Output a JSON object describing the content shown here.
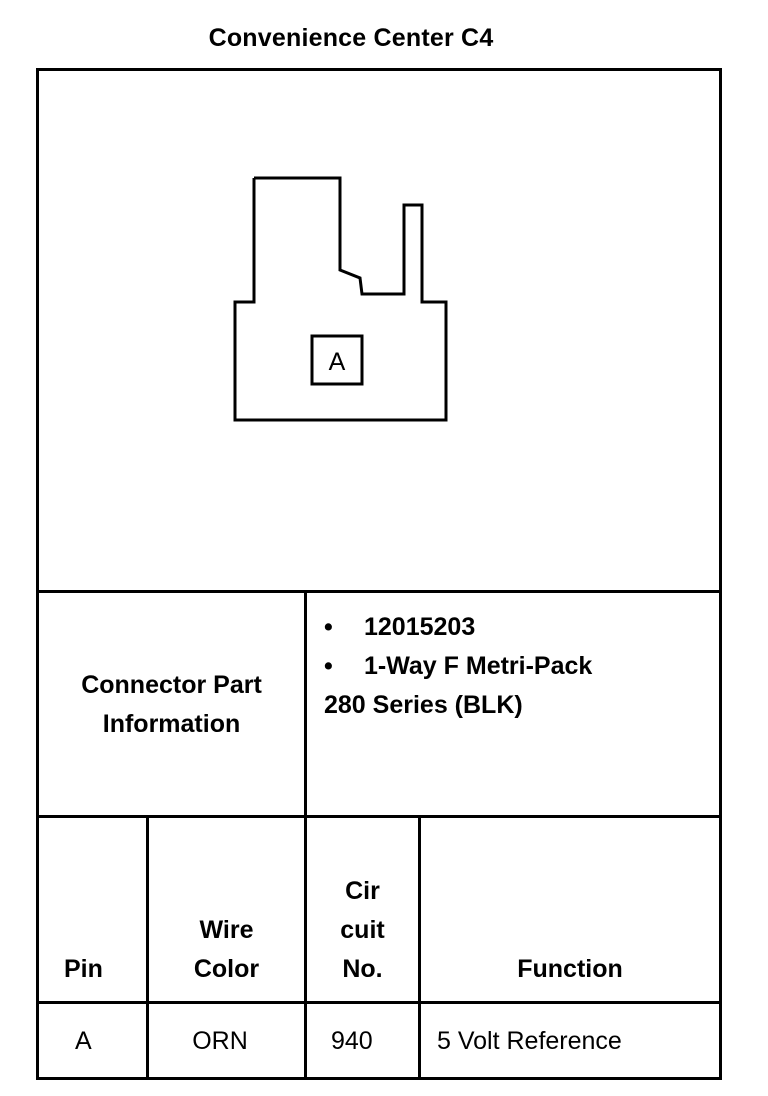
{
  "title": "Convenience Center C4",
  "connector": {
    "cavity_label": "A"
  },
  "part_info": {
    "label_line1": "Connector Part",
    "label_line2": "Information",
    "items": [
      {
        "bullet": "•",
        "text": "12015203"
      },
      {
        "bullet": "•",
        "text": "1-Way F Metri-Pack"
      }
    ],
    "continuation": "280 Series (BLK)"
  },
  "table": {
    "headers": {
      "pin": "Pin",
      "wire_color_line1": "Wire",
      "wire_color_line2": "Color",
      "circuit_line1": "Cir",
      "circuit_line2": "cuit",
      "circuit_line3": "No.",
      "function": "Function"
    },
    "rows": [
      {
        "pin": "A",
        "wire_color": "ORN",
        "circuit": "940",
        "function": "5 Volt Reference"
      }
    ]
  }
}
